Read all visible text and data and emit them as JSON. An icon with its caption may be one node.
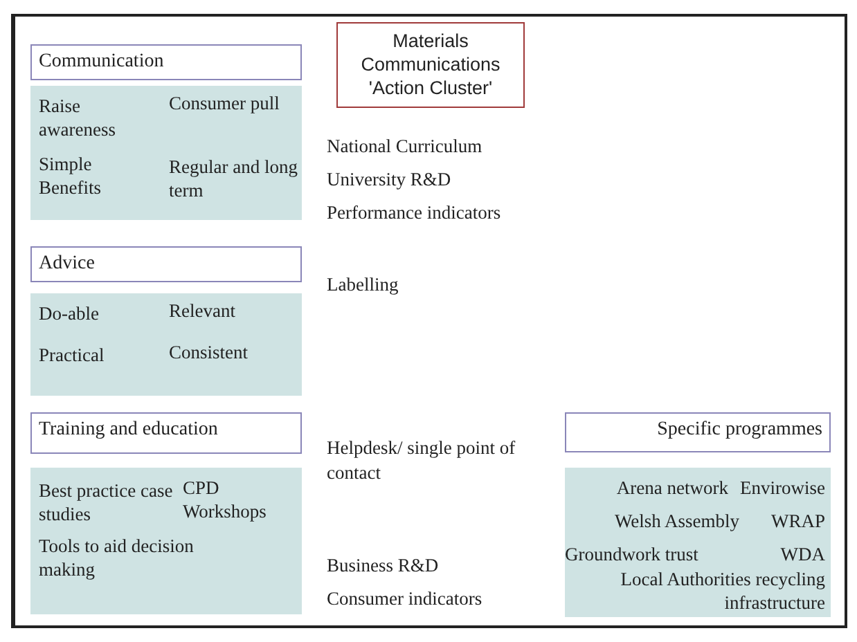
{
  "diagram": {
    "nodes": [
      {
        "text": [
          "Communication"
        ]
      },
      {
        "text": [
          "Raise awareness",
          "Consumer pull",
          "Simple Benefits",
          "Regular and long term"
        ]
      },
      {
        "text": [
          "Advice"
        ]
      },
      {
        "text": [
          "Do-able",
          "Relevant",
          "Practical",
          "Consistent"
        ]
      },
      {
        "text": [
          "Training and education"
        ]
      },
      {
        "text": [
          "Best practice case studies",
          "CPD Workshops",
          "Tools to aid decision making"
        ]
      },
      {
        "text": [
          "Specific programmes"
        ]
      },
      {
        "text": [
          "Arena network",
          "Envirowise",
          "Welsh Assembly",
          "WRAP",
          "Groundwork trust",
          "WDA",
          "Local Authorities recycling infrastructure"
        ]
      },
      {
        "text": [
          "Materials Communications 'Action Cluster'"
        ]
      }
    ],
    "edges": [],
    "labels": [
      "National Curriculum",
      "University R&D",
      "Performance indicators",
      "Labelling",
      "Helpdesk/ single point of contact",
      "Business R&D",
      "Consumer indicators"
    ]
  }
}
